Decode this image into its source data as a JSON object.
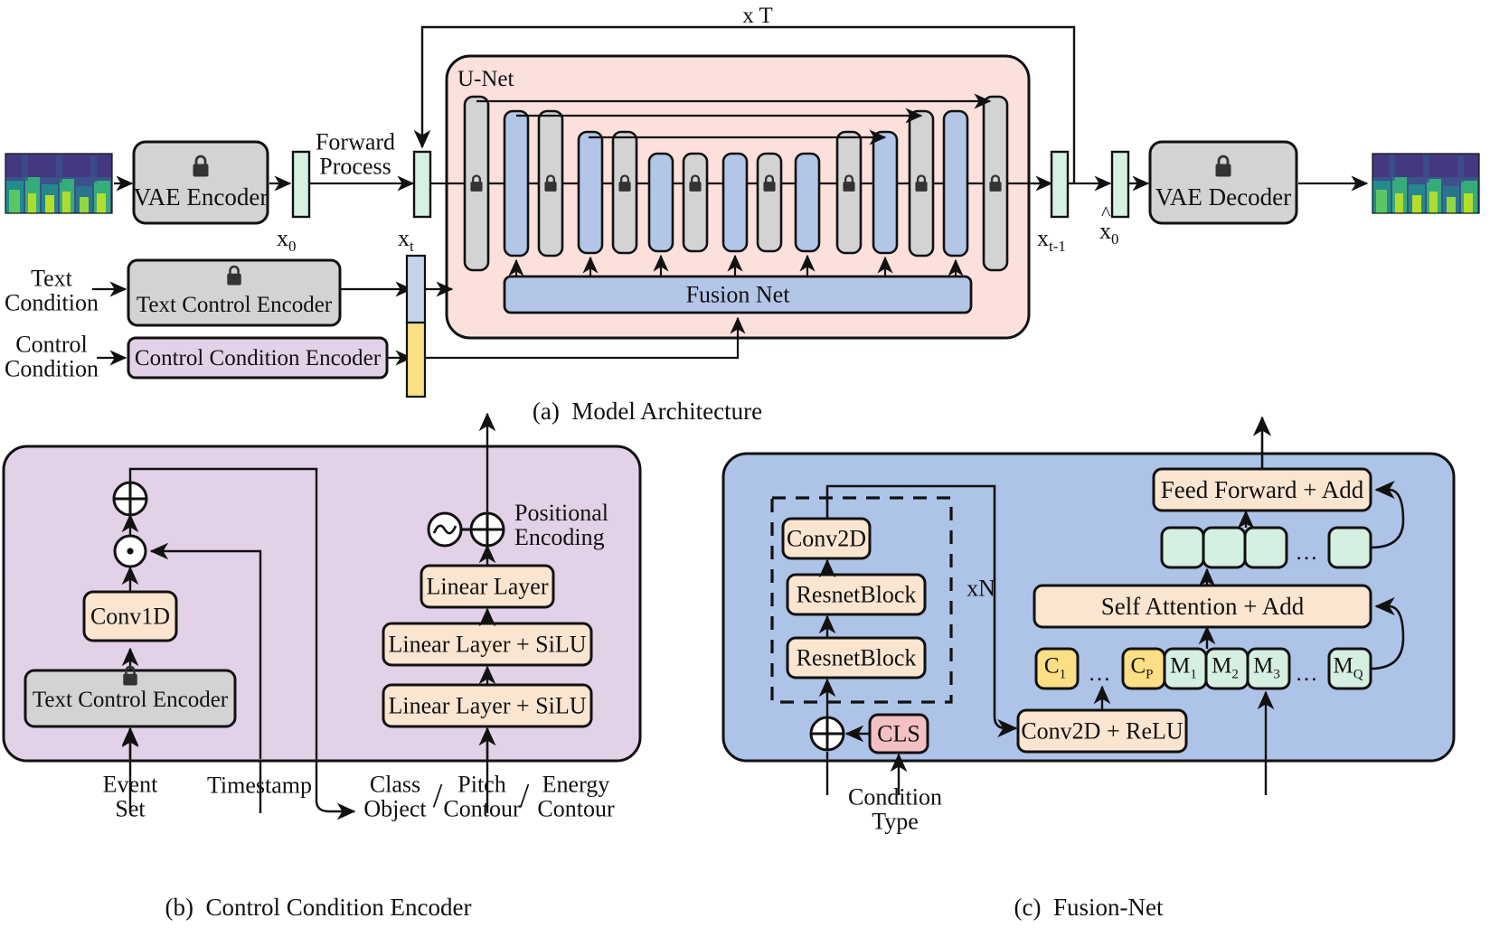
{
  "figure": {
    "captions": {
      "a": "(a)  Model Architecture",
      "b": "(b)  Control Condition Encoder",
      "c": "(c)  Fusion-Net"
    }
  },
  "panel_a": {
    "loop_label": "x T",
    "unet_label": "U-Net",
    "vae_encoder": "VAE Encoder",
    "vae_decoder": "VAE Decoder",
    "forward_process": "Forward\nProcess",
    "text_control_encoder": "Text Control Encoder",
    "control_condition_encoder": "Control Condition Encoder",
    "fusion_net": "Fusion Net",
    "inputs": {
      "text_condition": "Text\nCondition",
      "control_condition": "Control\nCondition"
    },
    "latents": {
      "x0": "x",
      "x0_sub": "0",
      "xt": "x",
      "xt_sub": "t",
      "xt1": "x",
      "xt1_sub": "t-1",
      "xhat0": "x",
      "xhat0_sub": "0"
    },
    "icons": {
      "lock": "lock-icon",
      "spectrogram": "spectrogram-image"
    },
    "unet_blocks": [
      {
        "type": "gray",
        "lock": true
      },
      {
        "type": "blue",
        "lock": false
      },
      {
        "type": "gray",
        "lock": true
      },
      {
        "type": "blue",
        "lock": false
      },
      {
        "type": "gray",
        "lock": true
      },
      {
        "type": "blue",
        "lock": false
      },
      {
        "type": "gray",
        "lock": true
      },
      {
        "type": "blue",
        "lock": false
      },
      {
        "type": "gray",
        "lock": true
      },
      {
        "type": "blue",
        "lock": false
      },
      {
        "type": "gray",
        "lock": true
      },
      {
        "type": "blue",
        "lock": false
      },
      {
        "type": "gray",
        "lock": true
      },
      {
        "type": "blue",
        "lock": false
      },
      {
        "type": "gray",
        "lock": true
      }
    ]
  },
  "panel_b": {
    "blocks": {
      "text_control_encoder": "Text Control Encoder",
      "conv1d": "Conv1D",
      "linear_layer": "Linear Layer",
      "linear_silu_1": "Linear Layer + SiLU",
      "linear_silu_2": "Linear Layer + SiLU"
    },
    "positional_encoding": "Positional\nEncoding",
    "operators": {
      "add": "⊕",
      "mul": "⊙",
      "sine": "sine-wave-icon"
    },
    "inputs": {
      "event_set": "Event\nSet",
      "timestamp": "Timestamp",
      "class_object": "Class\nObject",
      "pitch_contour": "Pitch\nContour",
      "energy_contour": "Energy\nContour",
      "slash": "/"
    }
  },
  "panel_c": {
    "blocks": {
      "conv2d": "Conv2D",
      "resnet_block_1": "ResnetBlock",
      "resnet_block_2": "ResnetBlock",
      "repeat": "xN",
      "cls": "CLS",
      "conv2d_relu": "Conv2D + ReLU",
      "self_attention": "Self Attention + Add",
      "feed_forward": "Feed Forward + Add"
    },
    "tokens_bottom": [
      {
        "label": "C",
        "sub": "1",
        "color": "yellow"
      },
      {
        "label": "…",
        "sub": "",
        "color": "none"
      },
      {
        "label": "C",
        "sub": "P",
        "color": "yellow"
      },
      {
        "label": "M",
        "sub": "1",
        "color": "mint"
      },
      {
        "label": "M",
        "sub": "2",
        "color": "mint"
      },
      {
        "label": "M",
        "sub": "3",
        "color": "mint"
      },
      {
        "label": "…",
        "sub": "",
        "color": "none"
      },
      {
        "label": "M",
        "sub": "Q",
        "color": "mint"
      }
    ],
    "tokens_top": [
      {
        "label": "",
        "color": "mint"
      },
      {
        "label": "",
        "color": "mint"
      },
      {
        "label": "",
        "color": "mint"
      },
      {
        "label": "…",
        "color": "none"
      },
      {
        "label": "",
        "color": "mint"
      }
    ],
    "inputs": {
      "condition_type": "Condition\nType"
    }
  },
  "colors": {
    "pink_panel": "#fbe0dc",
    "purple_panel": "#e3d1e8",
    "blue_panel": "#aec3e8",
    "gray_block": "#d3d3d3",
    "blue_block": "#b3c6e7",
    "peach_block": "#fae5d0",
    "mint_block": "#d5efe0",
    "yellow_block": "#fbdf84",
    "pink_block": "#f3c0c4",
    "stroke": "#111111"
  }
}
